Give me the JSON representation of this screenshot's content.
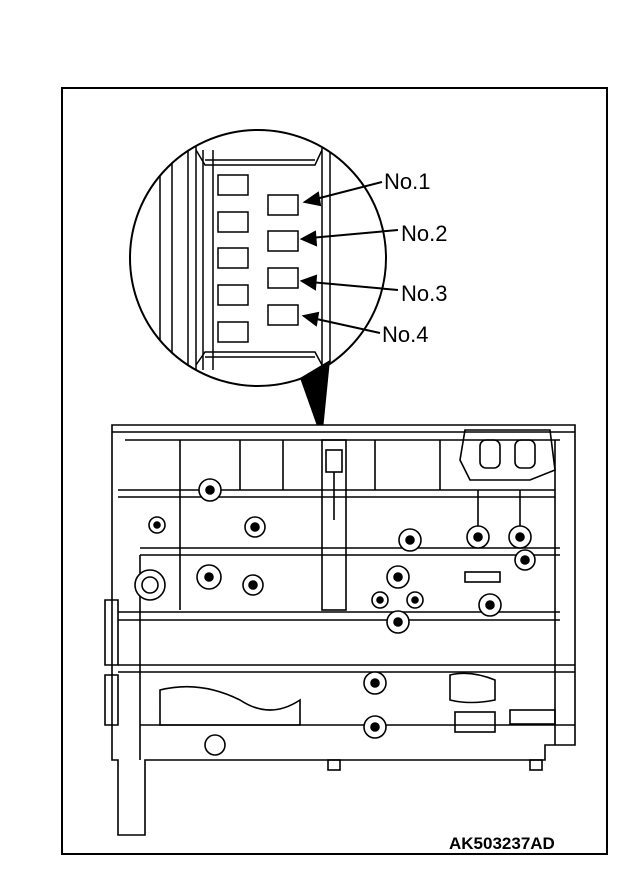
{
  "figure": {
    "code": "AK503237AD",
    "callouts": [
      {
        "label": "No.1"
      },
      {
        "label": "No.2"
      },
      {
        "label": "No.3"
      },
      {
        "label": "No.4"
      }
    ]
  },
  "colors": {
    "ink": "#000000",
    "paper": "#ffffff"
  }
}
